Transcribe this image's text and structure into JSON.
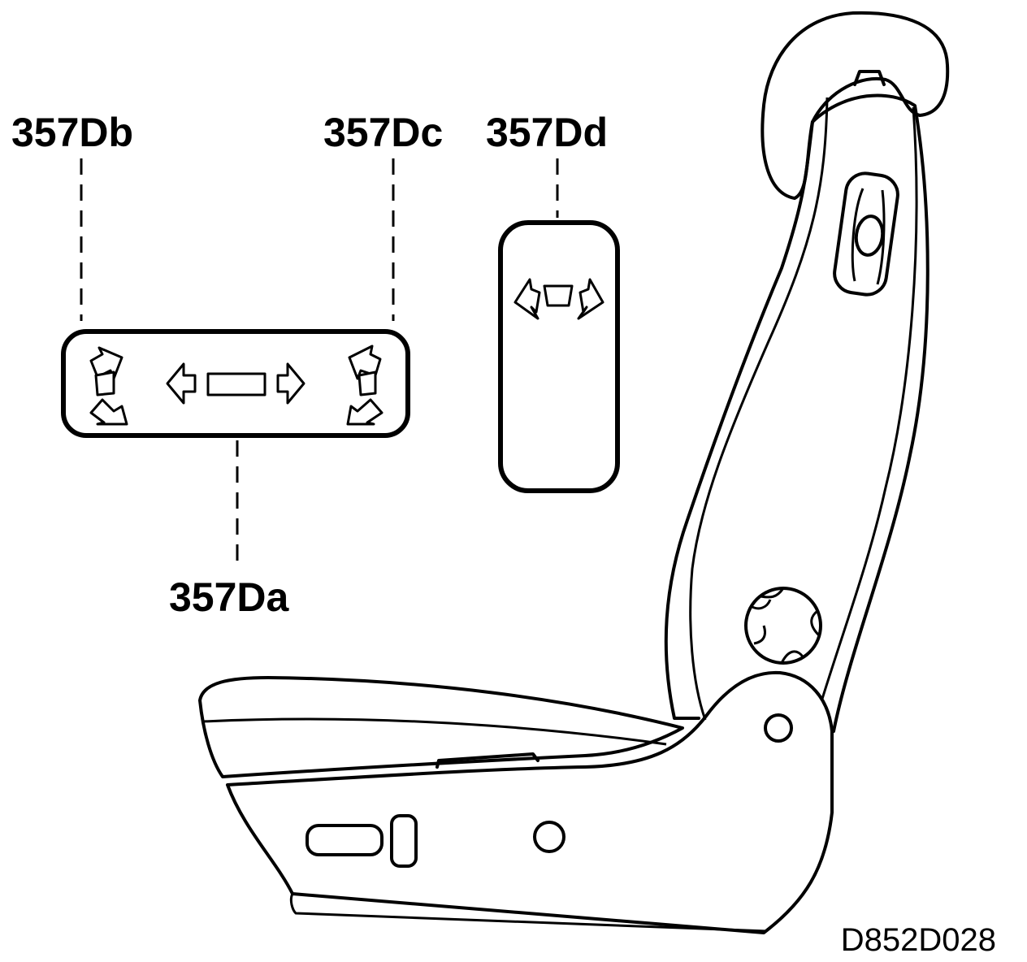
{
  "callouts": {
    "db": "357Db",
    "dc": "357Dc",
    "dd": "357Dd",
    "da": "357Da"
  },
  "figure_id": "D852D028"
}
